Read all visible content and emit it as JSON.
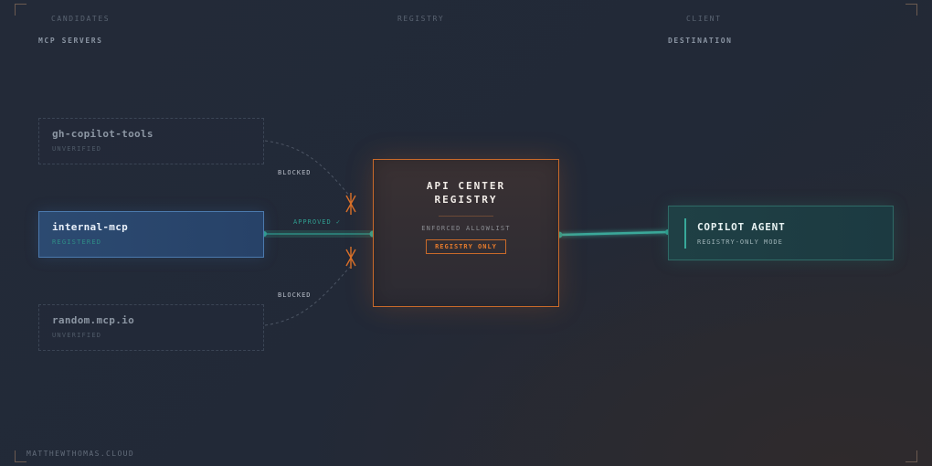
{
  "columns": {
    "candidates": "CANDIDATES",
    "registry": "REGISTRY",
    "client": "CLIENT"
  },
  "subheaders": {
    "left": "MCP SERVERS",
    "right": "DESTINATION"
  },
  "servers": [
    {
      "name": "gh-copilot-tools",
      "status": "UNVERIFIED"
    },
    {
      "name": "internal-mcp",
      "status": "REGISTERED"
    },
    {
      "name": "random.mcp.io",
      "status": "UNVERIFIED"
    }
  ],
  "registry": {
    "title": "API CENTER\nREGISTRY",
    "caption": "ENFORCED ALLOWLIST",
    "badge": "REGISTRY ONLY"
  },
  "agent": {
    "name": "COPILOT AGENT",
    "mode": "REGISTRY-ONLY MODE"
  },
  "edges": {
    "blocked_top": "BLOCKED",
    "approved": "APPROVED ✓",
    "blocked_bottom": "BLOCKED"
  },
  "footer": "MATTHEWTHOMAS.CLOUD",
  "colors": {
    "accent_orange": "#e67b2c",
    "accent_teal": "#38a99a",
    "registered_blue": "#2c4a71"
  }
}
